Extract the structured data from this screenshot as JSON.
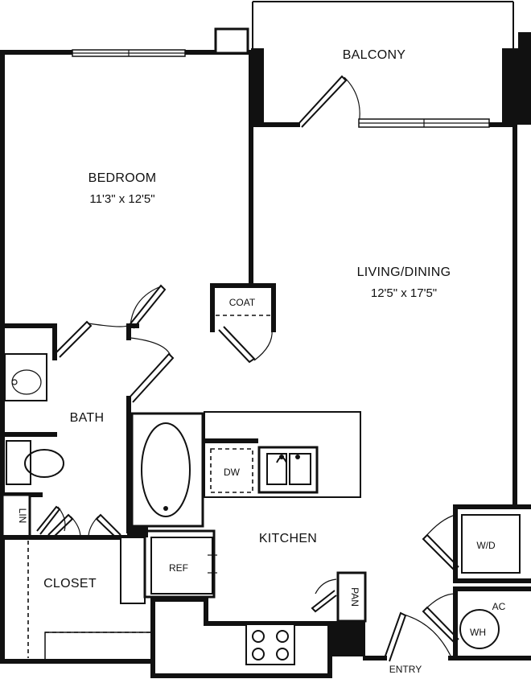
{
  "rooms": {
    "balcony": {
      "label": "BALCONY"
    },
    "bedroom": {
      "label": "BEDROOM",
      "dimensions": "11'3\" x 12'5\""
    },
    "living_dining": {
      "label": "LIVING/DINING",
      "dimensions": "12'5\" x 17'5\""
    },
    "bath": {
      "label": "BATH"
    },
    "closet": {
      "label": "CLOSET"
    },
    "kitchen": {
      "label": "KITCHEN"
    },
    "entry": {
      "label": "ENTRY"
    }
  },
  "fixtures": {
    "coat": "COAT",
    "dishwasher": "DW",
    "refrigerator": "REF",
    "washer_dryer": "W/D",
    "pantry": "PAN",
    "linen": "LIN",
    "air_conditioner": "AC",
    "water_heater": "WH"
  }
}
